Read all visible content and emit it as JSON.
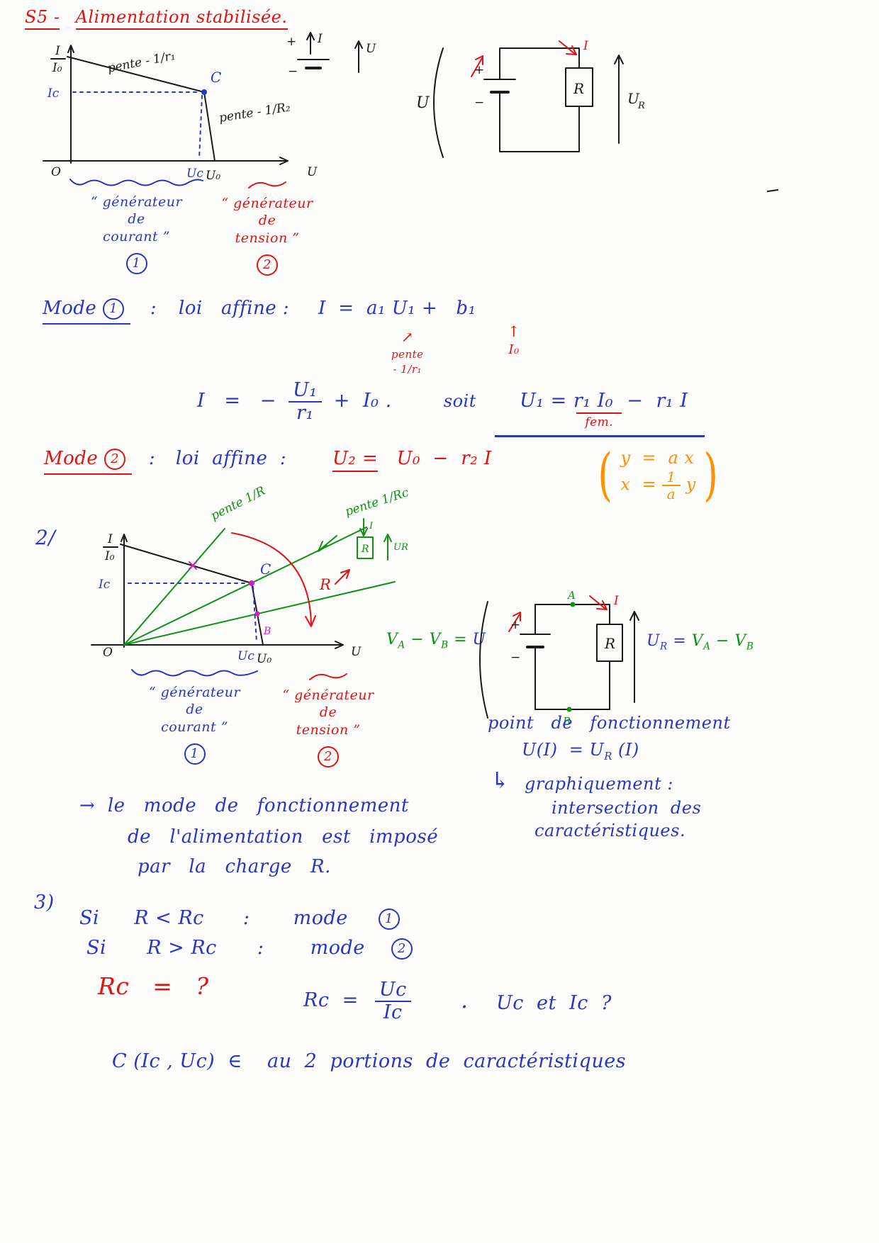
{
  "colors": {
    "blue": "#2a35c0",
    "red": "#e01313",
    "green": "#0d9212",
    "orange": "#ff9100",
    "magenta": "#d617c3",
    "ink": "#1a1a1a",
    "paper": "#fcfcfa"
  },
  "title": {
    "prefix": "S5 -",
    "main": "Alimentation stabilisée."
  },
  "fig1": {
    "y_num": "I",
    "y_den": "I₀",
    "ic": "Ic",
    "c": "C",
    "pente1": "pente - 1/r₁",
    "pente2": "pente - 1/R₂",
    "o": "O",
    "uc": "Uc",
    "u0": "U₀",
    "u": "U"
  },
  "conv": {
    "plus": "+",
    "i": "I",
    "minus": "−",
    "u": "U"
  },
  "c1": {
    "u": "U",
    "plus": "+",
    "minus": "−",
    "r": "R",
    "i": "I",
    "ur_u": "U",
    "ur_r": "R"
  },
  "leg1": {
    "c1": "“ générateur",
    "c2": "de",
    "c3": "courant ”",
    "cnum": "1",
    "t1": "“ générateur",
    "t2": "de",
    "t3": "tension ”",
    "tnum": "2"
  },
  "m1": {
    "mode": "Mode",
    "num": "1",
    "colon": ":",
    "loi": "loi   affine :",
    "eq": "I  =  a₁ U₁ +   b₁",
    "arr1": "↗",
    "pente_a": "pente",
    "pente_b": "- 1/r₁",
    "arr2": "↑",
    "i0": "I₀",
    "eq2a": "I   =   −",
    "f1n": "U₁",
    "f1d": "r₁",
    "eq2b": "+  I₀ .",
    "soit": "soit",
    "eq3a": "U₁ =",
    "eq3b": "r₁ I₀",
    "eq3c": "−  r₁ I",
    "fem": "fem."
  },
  "m2": {
    "mode": "Mode",
    "num": "2",
    "colon": ":",
    "loi": "loi  affine  :",
    "eq_head": "U₂ =",
    "eq_tail": "  U₀  −  r₂ I",
    "y_eq": "y  =  a x",
    "x_eq_a": "x  =",
    "f_n": "1",
    "f_d": "a",
    "x_eq_b": "y"
  },
  "s2": {
    "num": "2/",
    "fig": {
      "y_num": "I",
      "y_den": "I₀",
      "ic": "Ic",
      "c": "C",
      "pente_r": "pente 1/R",
      "pente_rc": "pente 1/Rc",
      "r_up": "R",
      "mini_i": "I",
      "mini_r": "R",
      "mini_ur": "UR",
      "b": "B",
      "o": "O",
      "uc": "Uc",
      "u0": "U₀",
      "u": "U"
    },
    "leg": {
      "c1": "“ générateur",
      "c2": "de",
      "c3": "courant ”",
      "cnum": "1",
      "t1": "“ générateur",
      "t2": "de",
      "t3": "tension ”",
      "tnum": "2"
    },
    "v": "V",
    "suba": "A",
    "subb": "B",
    "minus": "−",
    "eq": "=",
    "u": "U",
    "c2": {
      "plus": "+",
      "minus": "−",
      "r": "R",
      "i": "I",
      "a": "A",
      "b": "B",
      "ur_u": "U",
      "ur_r": "R"
    },
    "pf1": "point   de   fonctionnement",
    "pf2a": "U(I)  =",
    "pf2b": "(I)",
    "g_arrow": "↳",
    "g1": "graphiquement :",
    "g2": "intersection  des",
    "g3": "caractéristiques.",
    "r1": "→  le   mode   de   fonctionnement",
    "r2": "de   l'alimentation   est   imposé",
    "r3": "par   la   charge   R."
  },
  "s3": {
    "num": "3)",
    "l1a": "Si",
    "l1b": "R < Rc",
    "l1c": ":",
    "l1d": "mode",
    "l1n": "1",
    "l2a": "Si",
    "l2b": "R > Rc",
    "l2c": ":",
    "l2d": "mode",
    "l2n": "2",
    "rcq": "Rc   =   ?",
    "rca": "Rc  =",
    "rcn": "Uc",
    "rcd": "Ic",
    "dot": ".",
    "ucic": "Uc  et  Ic  ?",
    "fin_a": "C (Ic , Uc)  ∈",
    "fin_b": "au  2  portions  de  caractéristiques"
  }
}
